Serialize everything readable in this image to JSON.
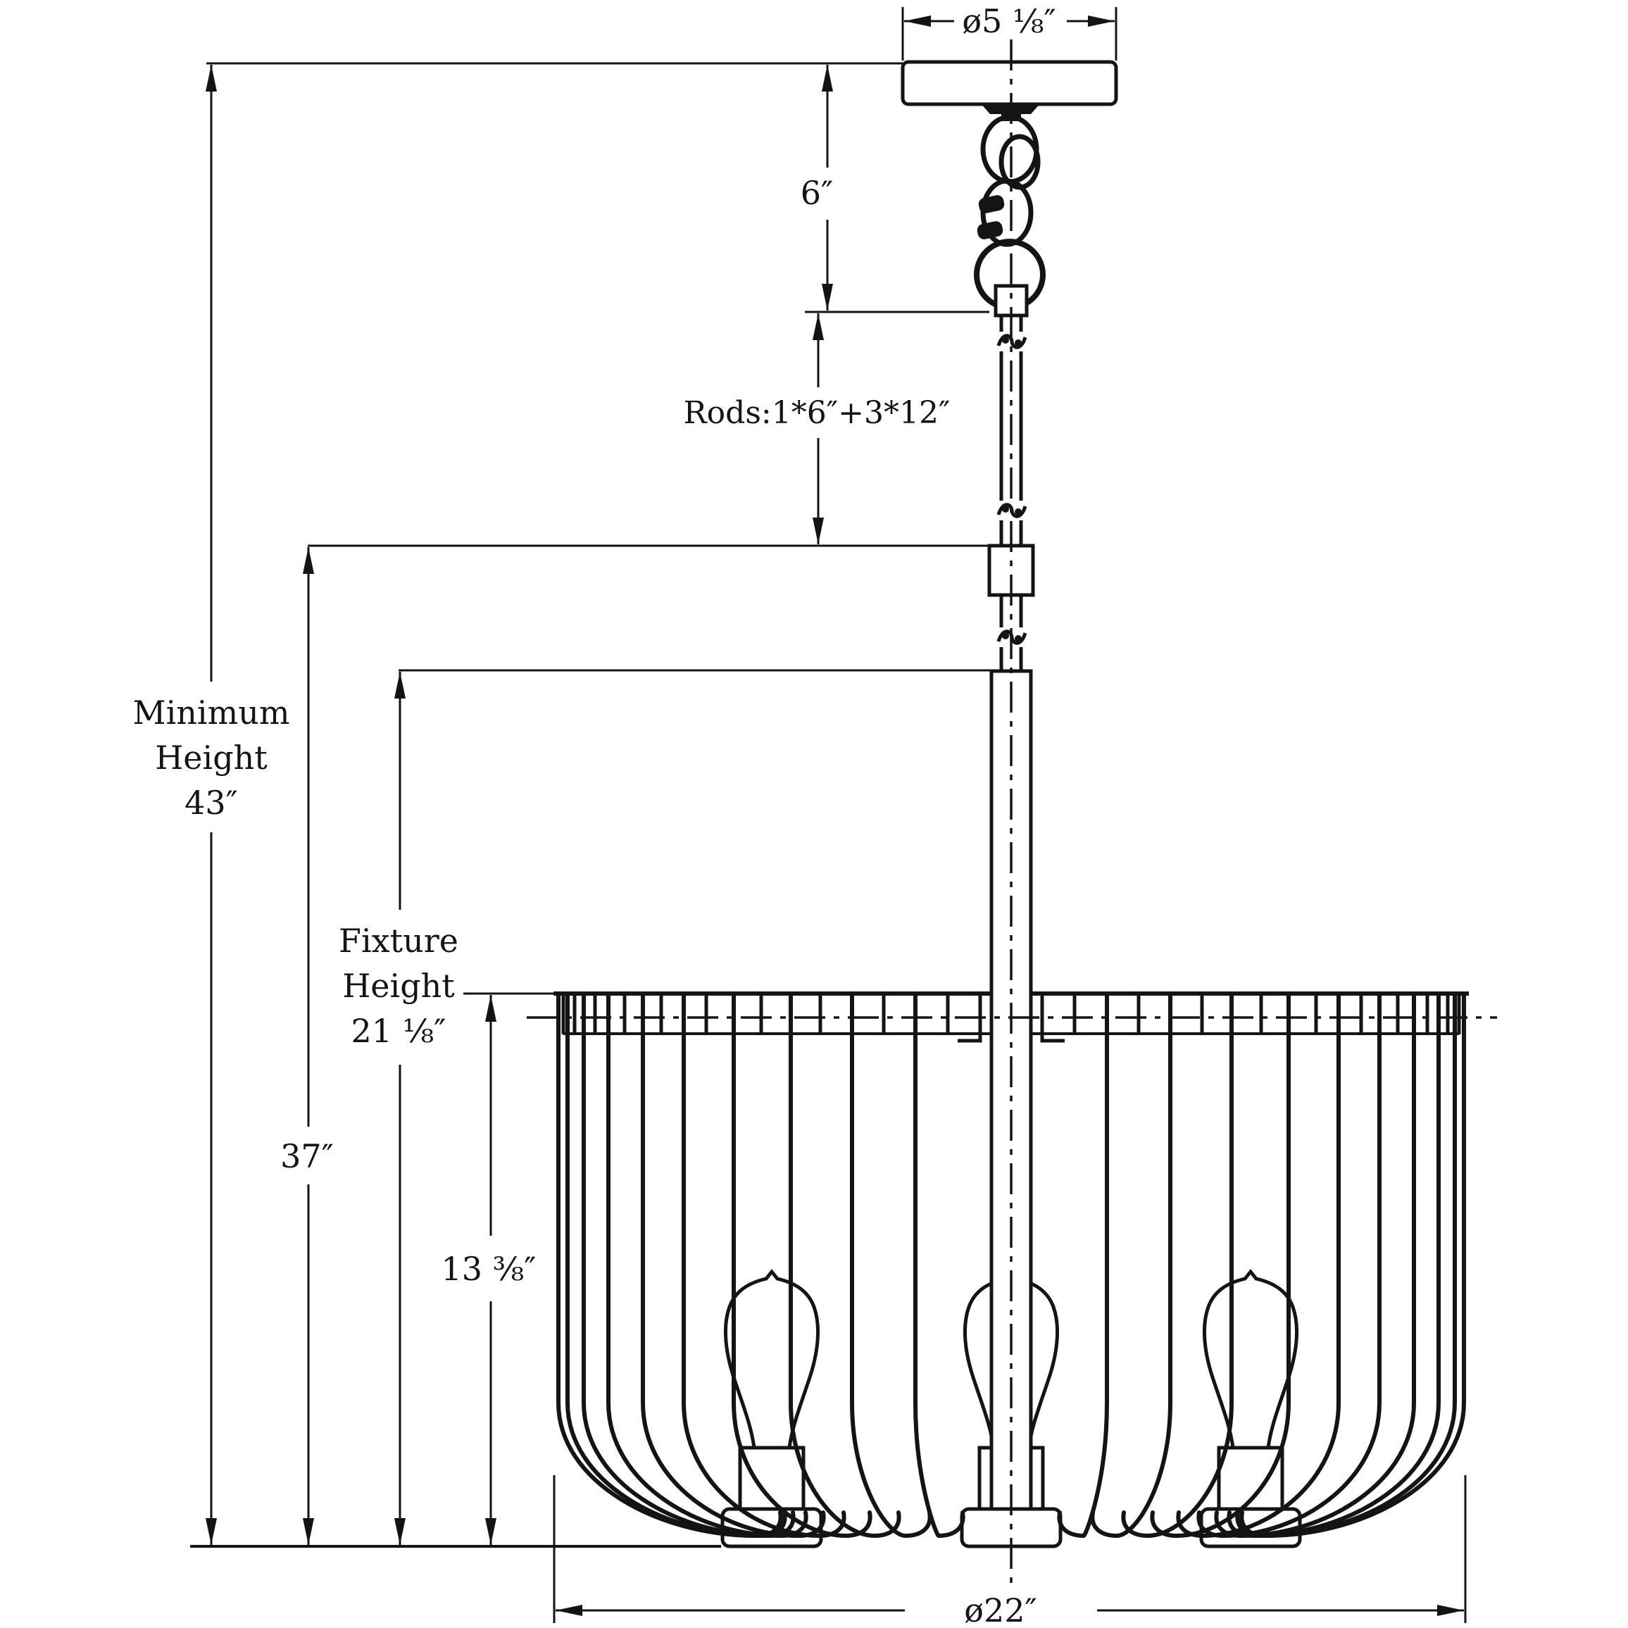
{
  "drawing": {
    "type": "technical-dimension-diagram",
    "subject": "3-light caged chandelier pendant line drawing",
    "colors": {
      "ink": "#141414",
      "background": "#ffffff"
    },
    "dimensions": {
      "canopy_diameter": {
        "label": "ø5 ⅛″"
      },
      "chain_drop": {
        "label": "6″"
      },
      "rods": {
        "label": "Rods:1*6″+3*12″"
      },
      "minimum_height": {
        "lines": [
          "Minimum",
          "Height",
          "43″"
        ]
      },
      "rod_drop": {
        "label": "37″"
      },
      "fixture_height": {
        "lines": [
          "Fixture",
          "Height",
          "21 ⅛″"
        ]
      },
      "shade_height": {
        "label": "13 ⅜″"
      },
      "shade_diameter": {
        "label": "ø22″"
      }
    }
  }
}
